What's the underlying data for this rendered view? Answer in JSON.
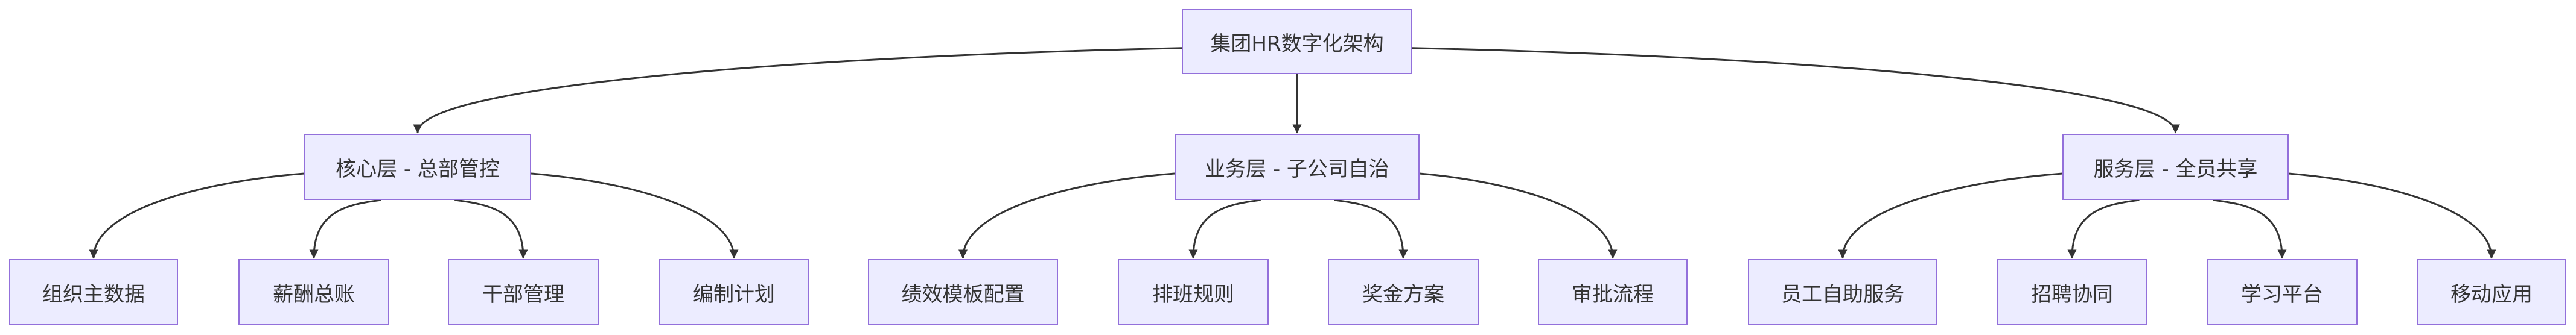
{
  "root": {
    "label": "集团HR数字化架构"
  },
  "layers": [
    {
      "label": "核心层 - 总部管控",
      "children": [
        "组织主数据",
        "薪酬总账",
        "干部管理",
        "编制计划"
      ]
    },
    {
      "label": "业务层 - 子公司自治",
      "children": [
        "绩效模板配置",
        "排班规则",
        "奖金方案",
        "审批流程"
      ]
    },
    {
      "label": "服务层 - 全员共享",
      "children": [
        "员工自助服务",
        "招聘协同",
        "学习平台",
        "移动应用"
      ]
    }
  ],
  "colors": {
    "node_fill": "#ececff",
    "node_border": "#9370db",
    "edge": "#333333",
    "text": "#333333"
  }
}
